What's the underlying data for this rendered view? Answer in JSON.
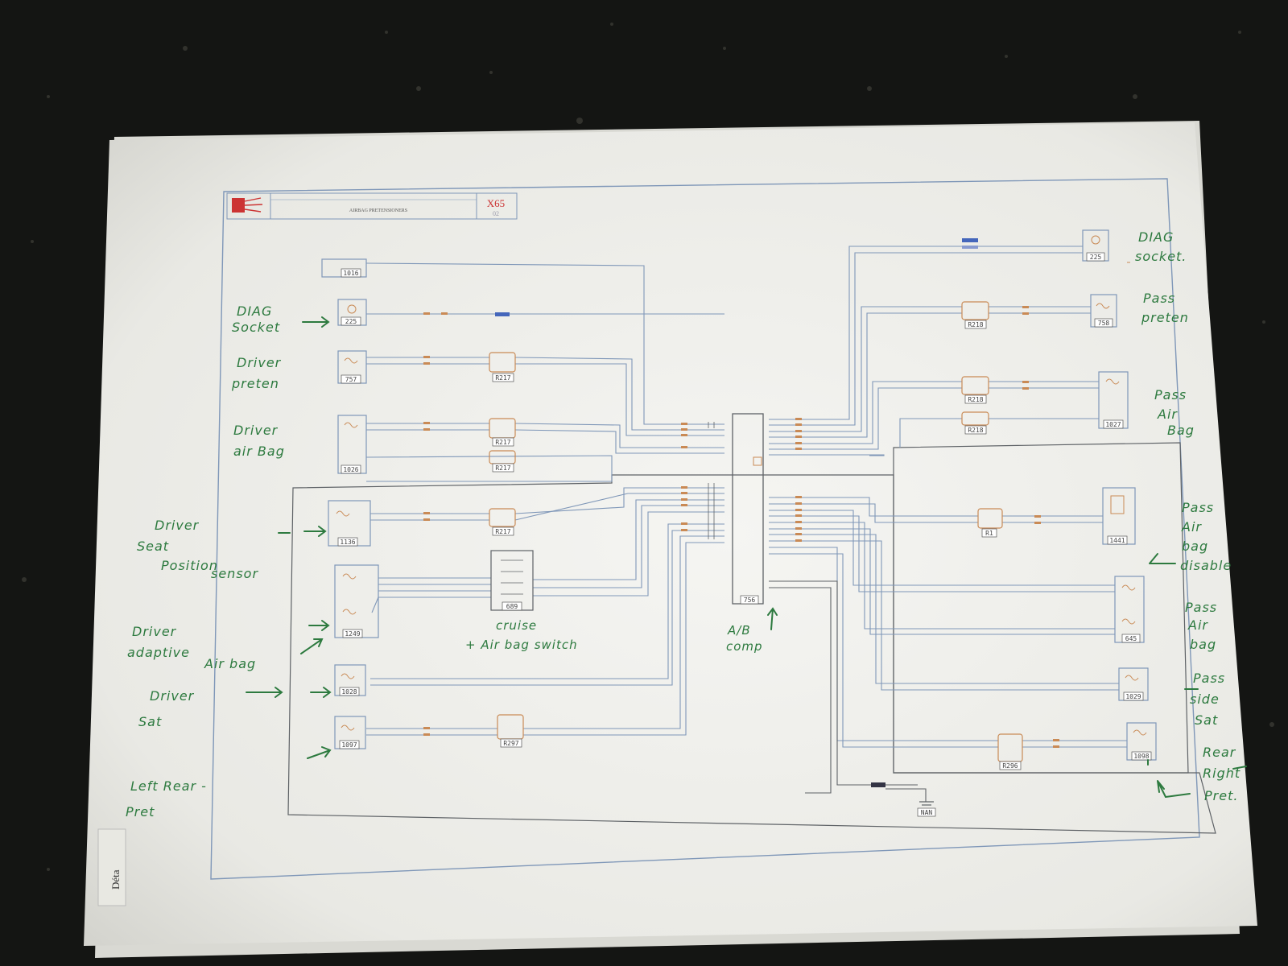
{
  "title_block": {
    "code": "X65",
    "sheet": "02",
    "caption": "AIRBAG PRETENSIONERS"
  },
  "components": [
    {
      "id": "c1016",
      "label": "1016"
    },
    {
      "id": "c225l",
      "label": "225"
    },
    {
      "id": "c757",
      "label": "757"
    },
    {
      "id": "c1026",
      "label": "1026"
    },
    {
      "id": "c1136",
      "label": "1136"
    },
    {
      "id": "c1249",
      "label": "1249"
    },
    {
      "id": "c1028",
      "label": "1028"
    },
    {
      "id": "c1097",
      "label": "1097"
    },
    {
      "id": "c225r",
      "label": "225"
    },
    {
      "id": "c758",
      "label": "758"
    },
    {
      "id": "c1027",
      "label": "1027"
    },
    {
      "id": "c1441",
      "label": "1441"
    },
    {
      "id": "c645",
      "label": "645"
    },
    {
      "id": "c1029",
      "label": "1029"
    },
    {
      "id": "c1098",
      "label": "1098"
    },
    {
      "id": "c756",
      "label": "756"
    },
    {
      "id": "c689",
      "label": "689"
    },
    {
      "id": "cNAN",
      "label": "NAN"
    }
  ],
  "connectors": [
    "R217",
    "R217",
    "R217",
    "R217",
    "R297",
    "R218",
    "R218",
    "R218",
    "R1",
    "R296"
  ],
  "annotations": {
    "diag_socket_left": [
      "DIAG",
      "Socket"
    ],
    "driver_preten": [
      "Driver",
      "preten"
    ],
    "driver_air_bag": [
      "Driver",
      "air Bag"
    ],
    "driver_seat_position": [
      "Driver",
      "Seat",
      "Position",
      "sensor"
    ],
    "driver_adaptive": [
      "Driver",
      "adaptive",
      "Air bag"
    ],
    "driver_sat": [
      "Driver",
      "Sat"
    ],
    "left_rear_pret": [
      "Left Rear -",
      "Pret"
    ],
    "cruise_switch": [
      "cruise",
      "+ Air bag switch"
    ],
    "ab_comp": [
      "A/B",
      "comp"
    ],
    "diag_socket_right": [
      "DIAG",
      "socket."
    ],
    "pass_preten": [
      "Pass",
      "preten"
    ],
    "pass_air_bag": [
      "Pass",
      "Air",
      "Bag"
    ],
    "pass_air_bag_disable": [
      "Pass",
      "Air",
      "bag",
      "disable"
    ],
    "pass_air_bag_2": [
      "Pass",
      "Air",
      "bag"
    ],
    "pass_side_sat": [
      "Pass",
      "side",
      "Sat"
    ],
    "rear_right_pret": [
      "Rear",
      "Right",
      "Pret."
    ]
  },
  "page_tab": "Déta",
  "colors": {
    "ink_green": "#2d7a3f",
    "wire_blue": "#7f97b8",
    "wire_grey": "#5e6266",
    "pin_orange": "#c98a55",
    "title_red": "#cc3333",
    "paper": "#f1f1ed"
  }
}
